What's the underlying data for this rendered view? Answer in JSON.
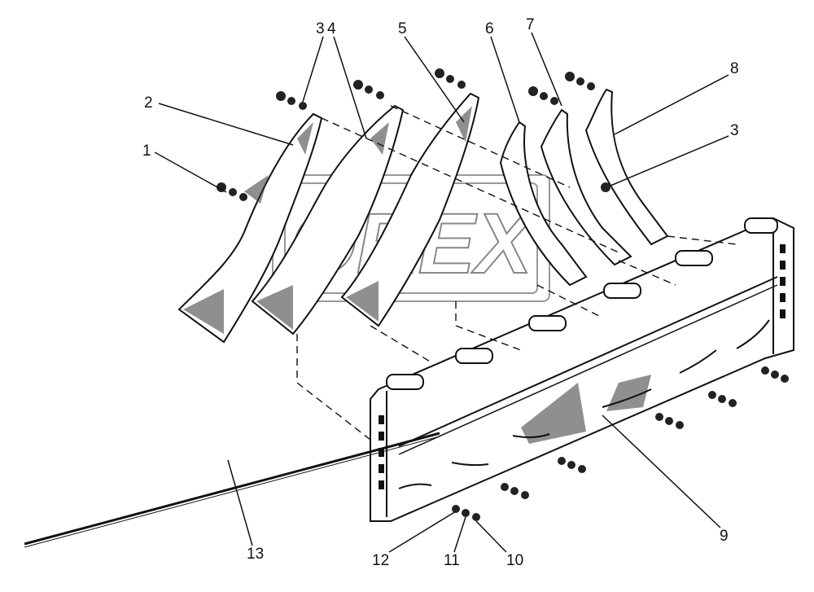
{
  "callouts": [
    {
      "id": "c1",
      "text": "1"
    },
    {
      "id": "c2",
      "text": "2"
    },
    {
      "id": "c3a",
      "text": "3"
    },
    {
      "id": "c4",
      "text": "4"
    },
    {
      "id": "c5",
      "text": "5"
    },
    {
      "id": "c6",
      "text": "6"
    },
    {
      "id": "c7",
      "text": "7"
    },
    {
      "id": "c8",
      "text": "8"
    },
    {
      "id": "c3b",
      "text": "3"
    },
    {
      "id": "c9",
      "text": "9"
    },
    {
      "id": "c10",
      "text": "10"
    },
    {
      "id": "c11",
      "text": "11"
    },
    {
      "id": "c12",
      "text": "12"
    },
    {
      "id": "c13",
      "text": "13"
    }
  ],
  "watermark": "OREX"
}
